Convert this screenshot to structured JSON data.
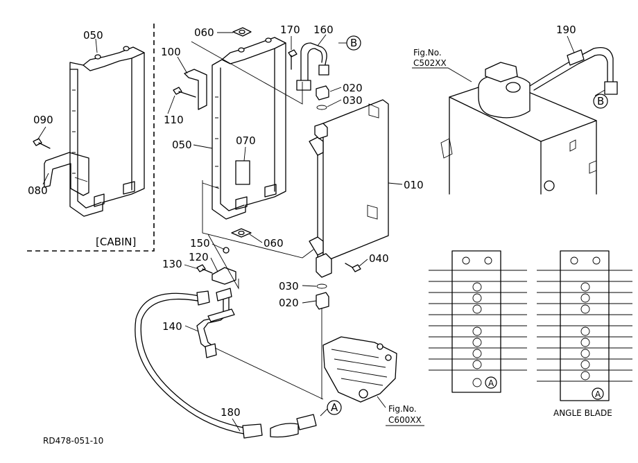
{
  "labels": {
    "p050a": "050",
    "p090": "090",
    "p080": "080",
    "cabin": "[CABIN]",
    "p060a": "060",
    "p170": "170",
    "p160": "160",
    "callout_b1": "B",
    "p100": "100",
    "p110": "110",
    "p020a": "020",
    "p030a": "030",
    "p050b": "050",
    "p070": "070",
    "p010": "010",
    "p060b": "060",
    "p150": "150",
    "p120": "120",
    "p130": "130",
    "p040": "040",
    "p030b": "030",
    "p020b": "020",
    "p140": "140",
    "callout_a1": "A",
    "fig1_line1": "Fig.No.",
    "fig1_line2": "C600XX",
    "p180": "180",
    "drawing_no": "RD478-051-10",
    "p190": "190",
    "fig2_line1": "Fig.No.",
    "fig2_line2": "C502XX",
    "callout_b2": "B",
    "callout_a2": "A",
    "callout_a3": "A",
    "angle_blade": "ANGLE BLADE"
  }
}
